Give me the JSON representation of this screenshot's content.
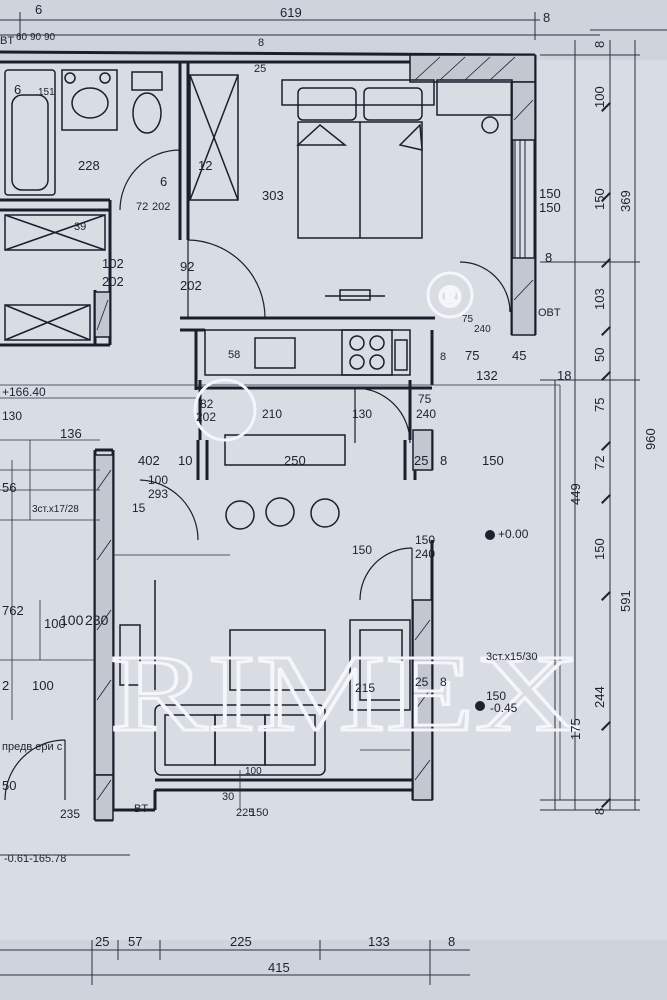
{
  "watermark": {
    "brand": "RIMEX",
    "mark": "®"
  },
  "labels": {
    "top_partial": "6",
    "top_total": "619",
    "top_corner": "8",
    "bt_top_left": "BT",
    "bt_right": "OBT",
    "bt_bottom": "BT",
    "bath_dims": [
      "60",
      "90",
      "90"
    ],
    "bath_inner": [
      "6",
      "151"
    ],
    "bath_width": "228",
    "bath_door": [
      "72",
      "202"
    ],
    "bath_small": [
      "6",
      "12"
    ],
    "closet_dim": "39",
    "door_102_202": [
      "102",
      "202"
    ],
    "door_92_202": [
      "92",
      "202"
    ],
    "bedroom_width": "303",
    "bedroom_top": [
      "25",
      "8"
    ],
    "window_right": [
      "150",
      "150"
    ],
    "window_side": "8",
    "kitchen_door": [
      "82",
      "202"
    ],
    "kitchen_58": "58",
    "kitchen_210": "210",
    "kitchen_130": "130",
    "balcony_door": [
      "75",
      "240"
    ],
    "balcony_dims": [
      "75",
      "45",
      "132",
      "18",
      "8",
      "75",
      "240"
    ],
    "elevation_left": "+166.40",
    "left_130": "130",
    "left_136": "136",
    "left_56": "56",
    "left_stairs": "3ст.х17/28",
    "left_762": "762",
    "left_100": "100",
    "left_2": "2",
    "left_100b": "100",
    "left_text": "предв ери с",
    "left_50": "50",
    "living_402": "402",
    "living_10": "10",
    "living_250": "250",
    "living_25": "25",
    "living_8": "8",
    "living_150": "150",
    "living_door": [
      "100",
      "293"
    ],
    "living_15": "15",
    "living_150b": "150",
    "door_150_240": [
      "150",
      "240"
    ],
    "elevation_main": "+0.00",
    "wardrobe_100": "100",
    "wardrobe_230": "230",
    "stairs_right": "3ст.х15/30",
    "right_150": "150",
    "right_25": "25",
    "right_8": "8",
    "right_215": "215",
    "elevation_low": "-0.45",
    "bottom_100": "100",
    "bottom_30": "30",
    "bottom_225": [
      "225",
      "150"
    ],
    "bottom_235": "235",
    "elevation_bottom": "-0.61-165.78",
    "bottom_dims": [
      "25",
      "57",
      "225",
      "133",
      "8"
    ],
    "bottom_total": "415",
    "right_chain": [
      "8",
      "100",
      "150",
      "103",
      "50",
      "75",
      "72",
      "150",
      "244",
      "175",
      "8"
    ],
    "right_mid": [
      "369",
      "449"
    ],
    "right_total": [
      "960",
      "591"
    ]
  }
}
